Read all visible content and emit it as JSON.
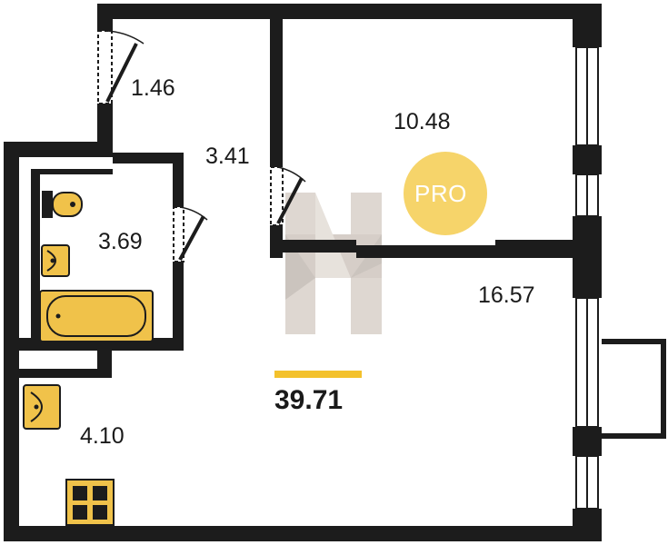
{
  "rooms": {
    "closet": "1.46",
    "bedroom": "10.48",
    "hallway": "3.41",
    "bathroom": "3.69",
    "living": "16.57",
    "kitchen": "4.10"
  },
  "total_area": "39.71",
  "badge": "PRO",
  "colors": {
    "wall": "#1c1c1c",
    "fixture": "#f0c24a",
    "accent_bar": "#f3c12c",
    "badge": "#f6d46a",
    "watermark": "#d6cec7"
  }
}
